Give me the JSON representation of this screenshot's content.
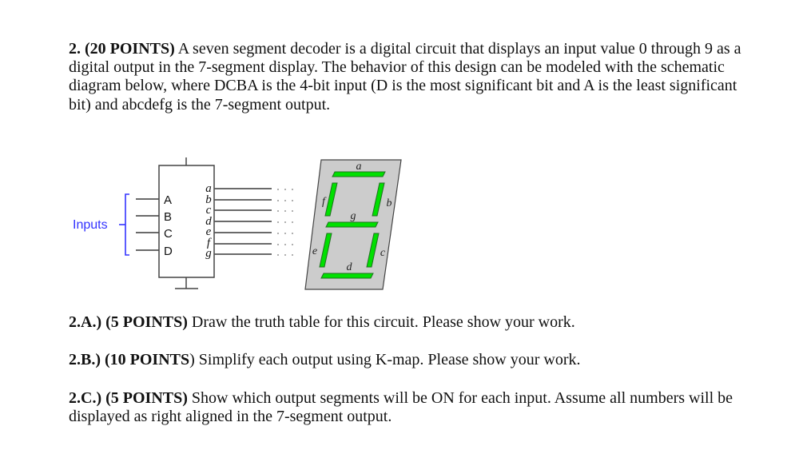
{
  "intro": {
    "label": "2. (20 POINTS)",
    "text": " A seven segment decoder is a digital circuit that displays an input value 0 through 9 as a digital output in the 7-segment display. The behavior of this design can be modeled with the schematic diagram below, where DCBA is the 4-bit input (D is the most significant bit and A is the least significant bit) and abcdefg is the 7-segment output."
  },
  "diagram": {
    "inputs_label": "Inputs",
    "input_pins": [
      "A",
      "B",
      "C",
      "D"
    ],
    "output_pins": [
      "a",
      "b",
      "c",
      "d",
      "e",
      "f",
      "g"
    ],
    "display_segments": [
      "a",
      "b",
      "c",
      "d",
      "e",
      "f",
      "g"
    ],
    "colors": {
      "inputs_label": "#3333ff",
      "segment_fill": "#00e000",
      "segment_stroke": "#207020",
      "display_bg": "#cccccc",
      "wire": "#555555"
    }
  },
  "questions": [
    {
      "label": "2.A.) (5 POINTS)",
      "text": " Draw the truth table for this circuit. Please show your work."
    },
    {
      "label": "2.B.) (10 POINTS",
      "label_tail": ")",
      "text": " Simplify each output using K-map. Please show your work."
    },
    {
      "label": "2.C.) (5 POINTS)",
      "text": " Show which output segments will be ON for each input. Assume all numbers will be displayed as right aligned in the 7-segment output."
    }
  ]
}
